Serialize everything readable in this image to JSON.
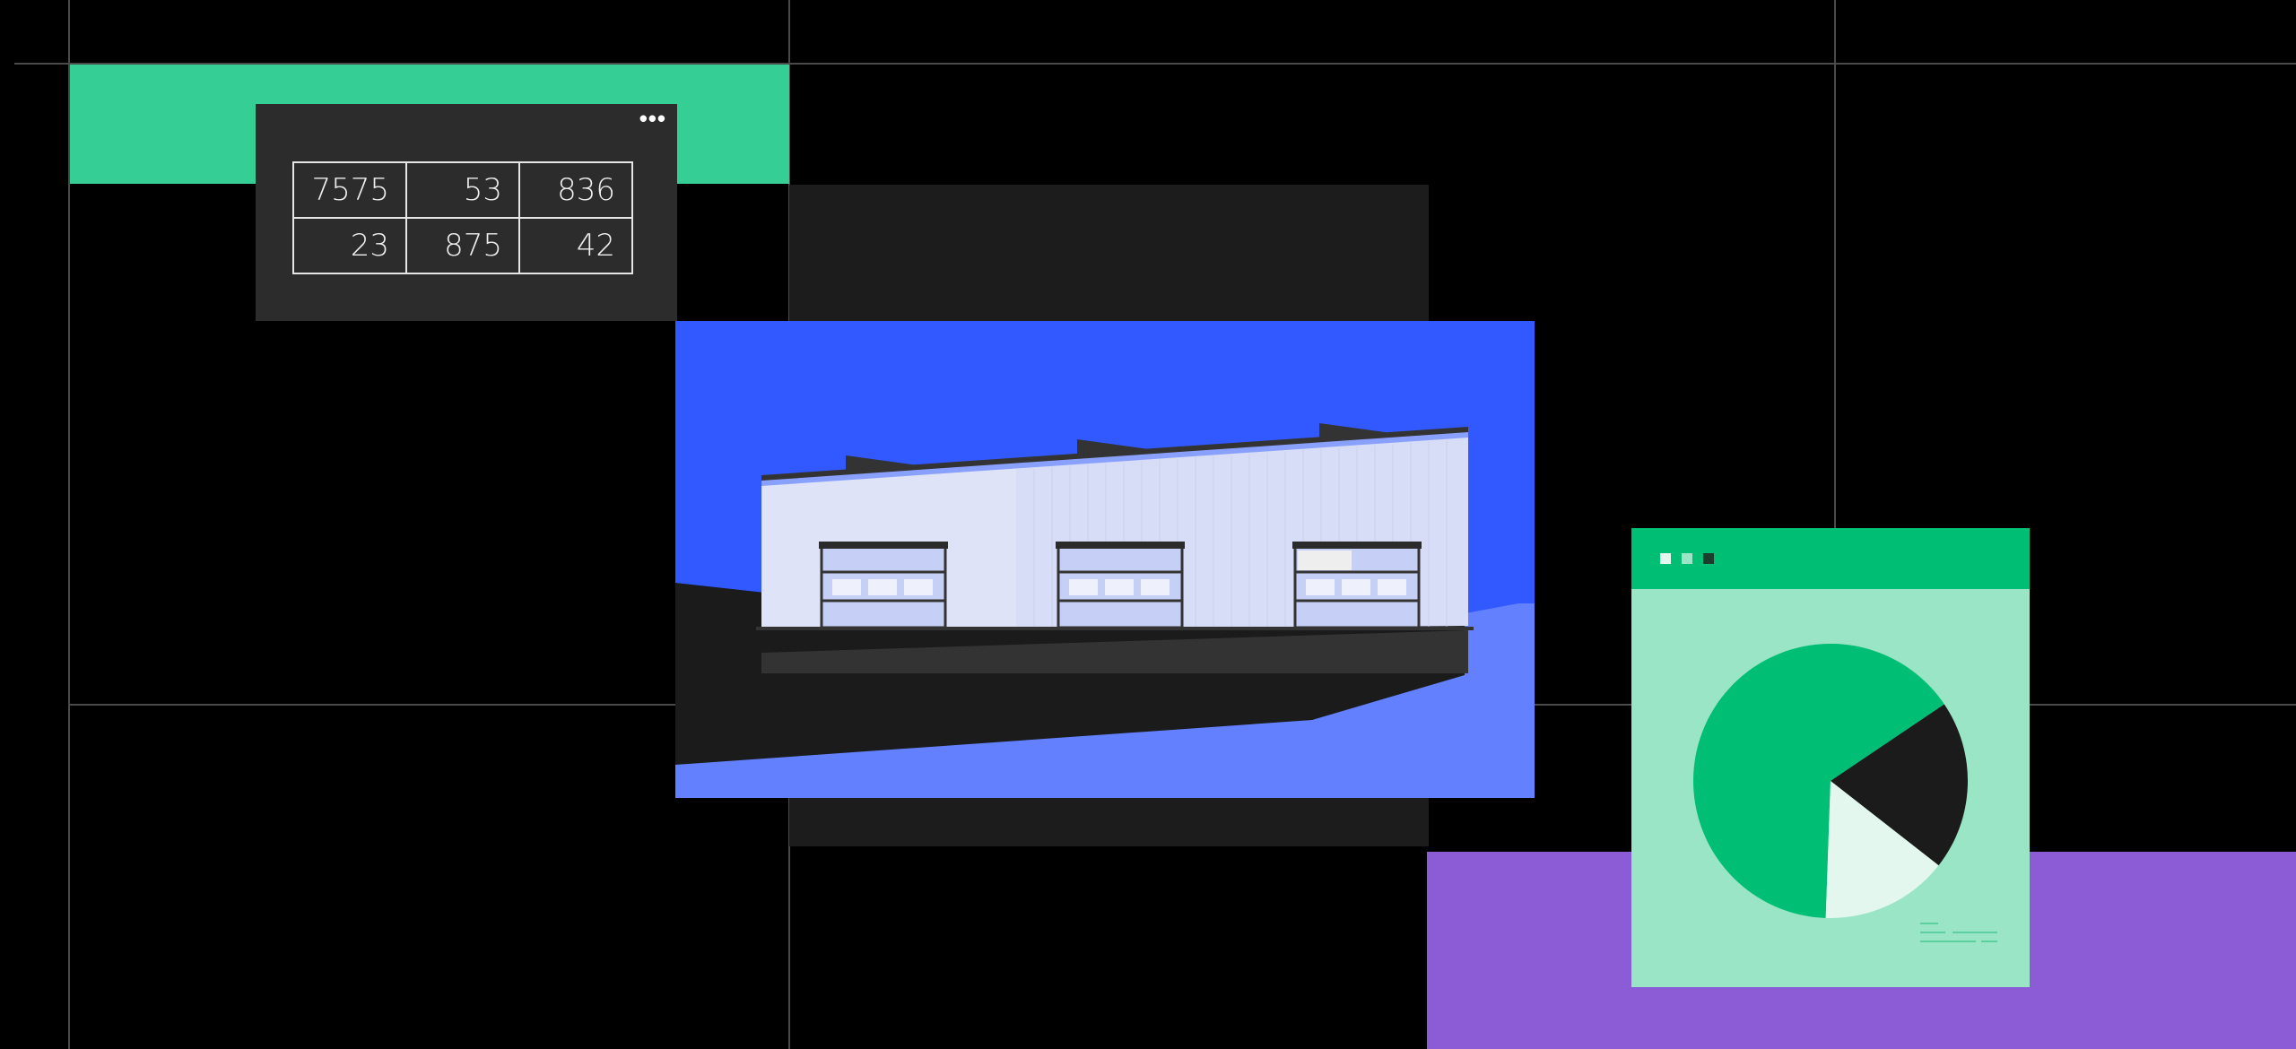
{
  "table": {
    "rows": [
      [
        "7575",
        "53",
        "836"
      ],
      [
        "23",
        "875",
        "42"
      ]
    ]
  },
  "table_card": {
    "menu_icon": "more-dots-icon",
    "menu_glyph": "•••"
  },
  "illustration": {
    "subject": "warehouse-building"
  },
  "pie_window": {
    "buttons": [
      "window-button",
      "window-button",
      "window-button"
    ],
    "slices": [
      {
        "label": "green",
        "value": 0.65,
        "color": "#00be74"
      },
      {
        "label": "black",
        "value": 0.2,
        "color": "#1b1b1b"
      },
      {
        "label": "light",
        "value": 0.15,
        "color": "#e4f7ee"
      }
    ]
  },
  "colors": {
    "background": "#000000",
    "teal": "#35cf95",
    "purple": "#8b5cd6",
    "blue": "#3259ff",
    "light_blue": "#6280ff",
    "green": "#00be74",
    "mint": "#9ae5c6",
    "card_dark": "#2c2c2c",
    "panel_dark": "#1c1c1c"
  }
}
